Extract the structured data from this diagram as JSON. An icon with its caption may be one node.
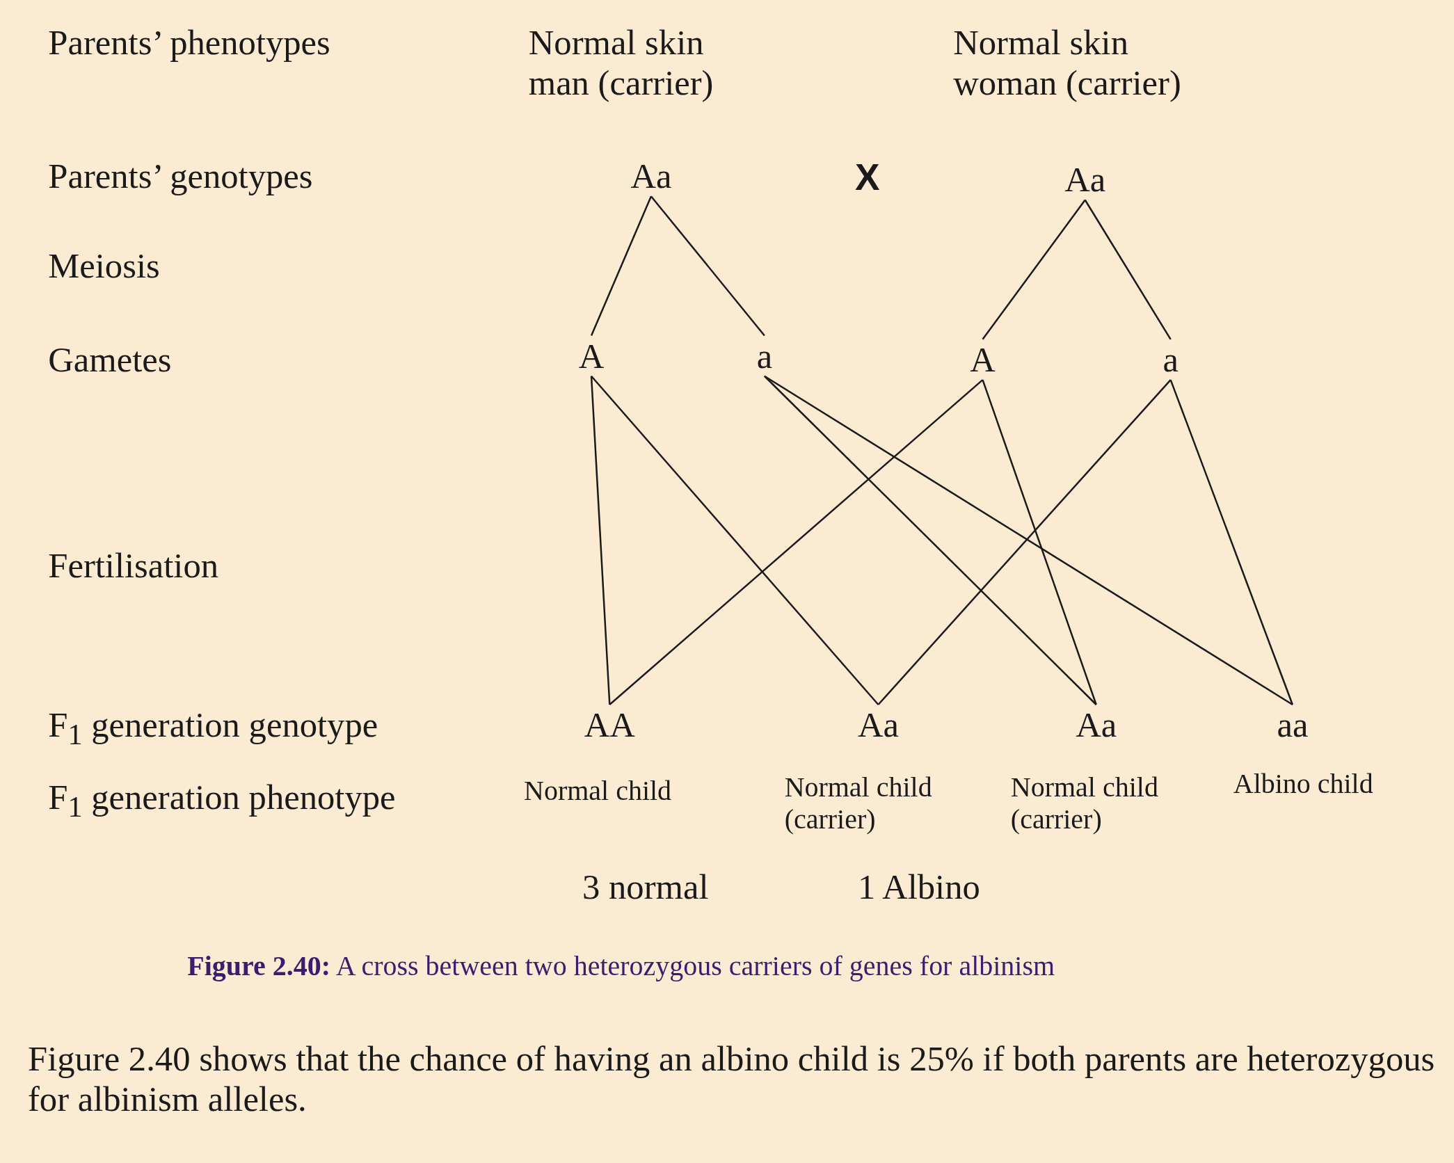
{
  "diagram": {
    "caption": "**Figure 2.40:** A cross between two heterozygous carriers of genes for albinism",
    "nodes": [
      {
        "text": [
          "Aa"
        ]
      },
      {
        "text": [
          "Aa"
        ]
      },
      {
        "text": [
          "A"
        ]
      },
      {
        "text": [
          "a"
        ]
      },
      {
        "text": [
          "A"
        ]
      },
      {
        "text": [
          "a"
        ]
      },
      {
        "text": [
          "AA"
        ],
        "beside": [
          "Normal child"
        ]
      },
      {
        "text": [
          "Aa"
        ],
        "beside": [
          "Normal child (carrier)"
        ]
      },
      {
        "text": [
          "Aa"
        ],
        "beside": [
          "Normal child (carrier)"
        ]
      },
      {
        "text": [
          "aa"
        ],
        "beside": [
          "Albino child"
        ]
      }
    ],
    "edges": [
      {
        "from": 0,
        "to": 2,
        "arrow": "none"
      },
      {
        "from": 0,
        "to": 3,
        "arrow": "none"
      },
      {
        "from": 1,
        "to": 4,
        "arrow": "none"
      },
      {
        "from": 1,
        "to": 5,
        "arrow": "none"
      },
      {
        "from": 2,
        "to": 6,
        "arrow": "none"
      },
      {
        "from": 2,
        "to": 7,
        "arrow": "none"
      },
      {
        "from": 3,
        "to": 8,
        "arrow": "none"
      },
      {
        "from": 3,
        "to": 9,
        "arrow": "none"
      },
      {
        "from": 4,
        "to": 6,
        "arrow": "none"
      },
      {
        "from": 4,
        "to": 8,
        "arrow": "none"
      },
      {
        "from": 5,
        "to": 7,
        "arrow": "none"
      },
      {
        "from": 5,
        "to": 9,
        "arrow": "none"
      }
    ],
    "labels": [
      "Parents’ phenotypes",
      "Normal skin man (carrier)",
      "Normal skin woman (carrier)",
      "Parents’ genotypes",
      "X",
      "Meiosis",
      "Gametes",
      "Fertilisation",
      "F$_{1}$ generation genotype",
      "F$_{1}$ generation phenotype",
      "3 normal",
      "1 Albino",
      "Figure 2.40 shows that the chance of having an albino child is 25% if both parents are heterozygous for albinism alleles."
    ]
  }
}
